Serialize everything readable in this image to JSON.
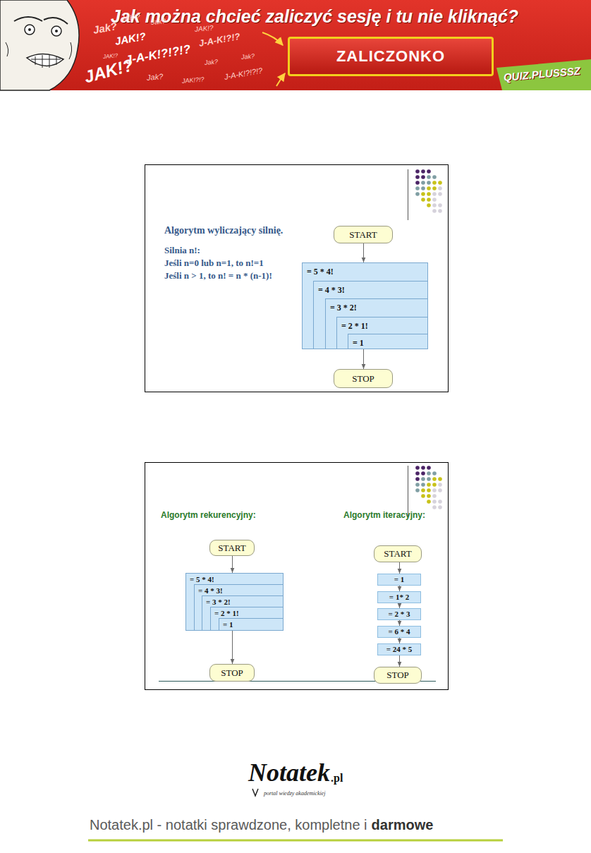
{
  "diagram": {
    "nodes": [
      {
        "text": [
          "ZALICZONKO"
        ]
      },
      {
        "text": [
          "Algorytm wyliczający silnię.",
          "Silnia n!:",
          "Jeśli n=0 lub n=1, to n!=1",
          "Jeśli n > 1, to n! = n * (n-1)!"
        ]
      },
      {
        "text": [
          "START"
        ],
        "in": 1
      },
      {
        "text": [
          "= 5 * 4!"
        ],
        "in": 1
      },
      {
        "text": [
          "= 4 * 3!"
        ],
        "in": 3
      },
      {
        "text": [
          "= 3 * 2!"
        ],
        "in": 4
      },
      {
        "text": [
          "= 2 * 1!"
        ],
        "in": 5
      },
      {
        "text": [
          "= 1"
        ],
        "in": 6
      },
      {
        "text": [
          "STOP"
        ],
        "in": 1
      },
      {
        "text": [
          "Algorytm rekurencyjny:",
          "Algorytm iteracyjny:"
        ]
      },
      {
        "text": [
          "START"
        ],
        "in": 9
      },
      {
        "text": [
          "= 5 * 4!"
        ],
        "in": 9
      },
      {
        "text": [
          "= 4 * 3!"
        ],
        "in": 11
      },
      {
        "text": [
          "= 3 * 2!"
        ],
        "in": 12
      },
      {
        "text": [
          "= 2 * 1!"
        ],
        "in": 13
      },
      {
        "text": [
          "= 1"
        ],
        "in": 14
      },
      {
        "text": [
          "STOP"
        ],
        "in": 9
      },
      {
        "text": [
          "START"
        ],
        "in": 9
      },
      {
        "text": [
          "= 1"
        ],
        "in": 9
      },
      {
        "text": [
          "= 1* 2"
        ],
        "in": 9
      },
      {
        "text": [
          "= 2 * 3"
        ],
        "in": 9
      },
      {
        "text": [
          "= 6 * 4"
        ],
        "in": 9
      },
      {
        "text": [
          "= 24 * 5"
        ],
        "in": 9
      },
      {
        "text": [
          "STOP"
        ],
        "in": 9
      }
    ],
    "edges": [
      {
        "from": 2,
        "to": 3,
        "arrow": "to"
      },
      {
        "from": 3,
        "to": 8,
        "arrow": "to"
      },
      {
        "from": 10,
        "to": 11,
        "arrow": "to"
      },
      {
        "from": 11,
        "to": 16,
        "arrow": "to"
      },
      {
        "from": 17,
        "to": 18,
        "arrow": "to"
      },
      {
        "from": 18,
        "to": 19,
        "arrow": "to"
      },
      {
        "from": 19,
        "to": 20,
        "arrow": "to"
      },
      {
        "from": 20,
        "to": 21,
        "arrow": "to"
      },
      {
        "from": 21,
        "to": 22,
        "arrow": "to"
      },
      {
        "from": 22,
        "to": 23,
        "arrow": "to"
      }
    ],
    "labels": [
      "Jak można chcieć zaliczyć sesję i tu nie kliknąć?",
      "Jak?",
      "JAK!?",
      "Jak?",
      "JAK!?",
      "JAK!?",
      "J-A-K!?!?!?",
      "JAK!?",
      "Jak?",
      "J-A-K!?!?",
      "JAK!?",
      "Jak?",
      "Jak?",
      "JAK!?!?",
      "J-A-K!?!?!?",
      "QUIZ.PLUSSSZ",
      "Notatek",
      ".pl",
      "portal wiedzy akademickiej",
      "Notatek.pl - notatki sprawdzone, kompletne i",
      "darmowe"
    ]
  }
}
